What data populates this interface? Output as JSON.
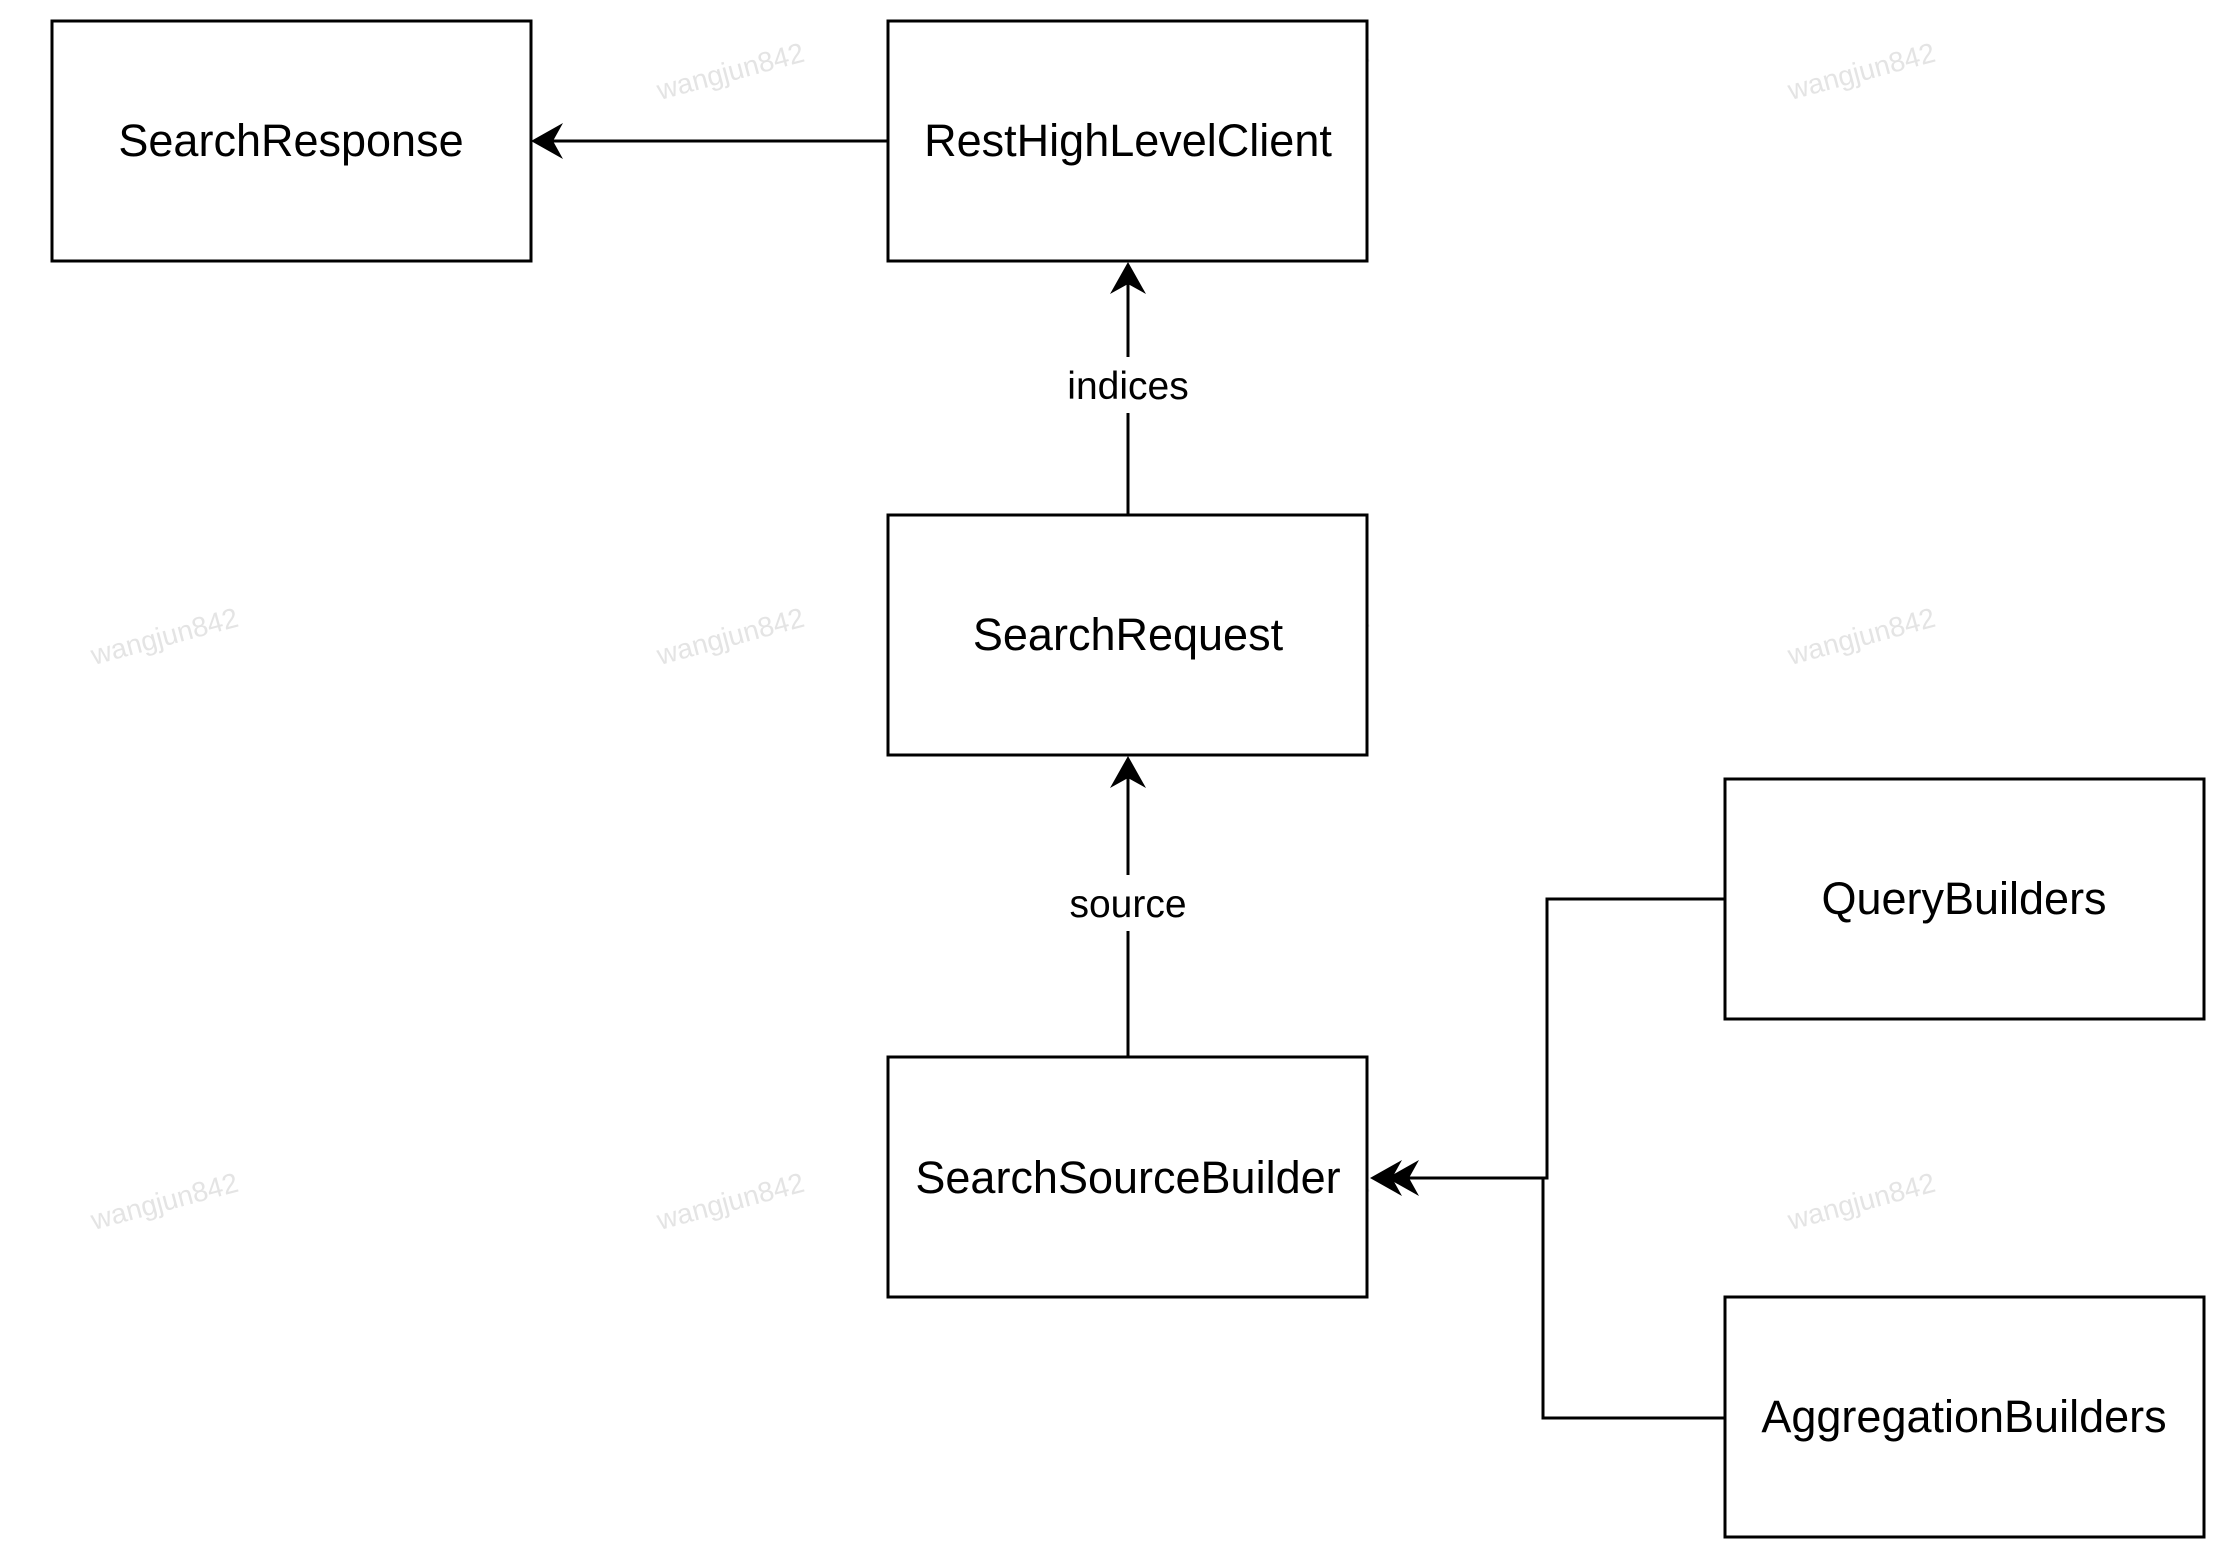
{
  "watermark": "wangjun842",
  "nodes": {
    "search_response": "SearchResponse",
    "rest_high_level_client": "RestHighLevelClient",
    "search_request": "SearchRequest",
    "search_source_builder": "SearchSourceBuilder",
    "query_builders": "QueryBuilders",
    "aggregation_builders": "AggregationBuilders"
  },
  "edges": {
    "indices": "indices",
    "source": "source"
  }
}
